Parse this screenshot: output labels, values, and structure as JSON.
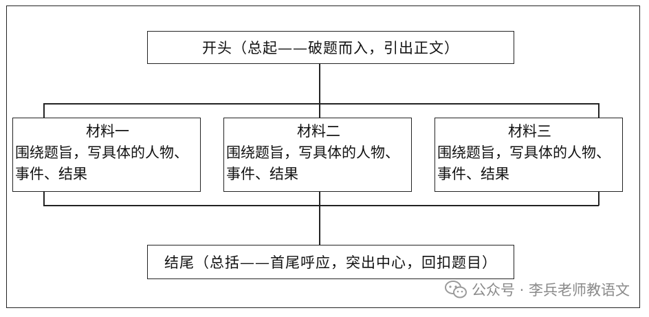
{
  "diagram": {
    "top_box": "开头（总起——破题而入，引出正文）",
    "materials": [
      {
        "title": "材料一",
        "body": "围绕题旨，写具体的人物、事件、结果"
      },
      {
        "title": "材料二",
        "body": "围绕题旨，写具体的人物、事件、结果"
      },
      {
        "title": "材料三",
        "body": "围绕题旨，写具体的人物、事件、结果"
      }
    ],
    "bottom_box": "结尾（总括——首尾呼应，突出中心，回扣题目）"
  },
  "watermark": {
    "icon": "wechat-icon",
    "text": "公众号 · 李兵老师教语文"
  }
}
